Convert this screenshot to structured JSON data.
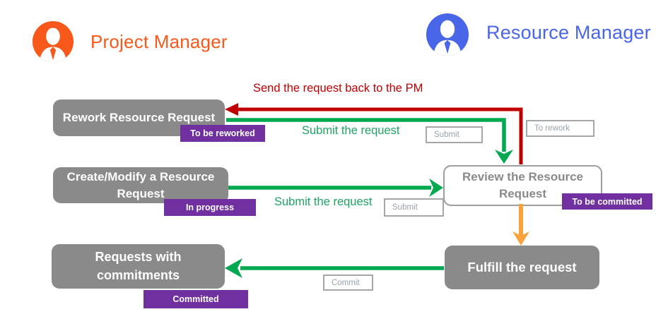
{
  "colors": {
    "pm_orange": "#F8591A",
    "rm_blue": "#4966E8",
    "node_gray": "#8A8A8A",
    "review_text": "#8A8A8A",
    "badge_purple": "#7030A0",
    "button_text": "#97A3AE",
    "red": "#C00000",
    "green": "#00A94F",
    "green_text": "#1FA463",
    "orange_arrow": "#F9A23C"
  },
  "actors": {
    "pm": {
      "label": "Project Manager"
    },
    "rm": {
      "label": "Resource Manager"
    }
  },
  "nodes": {
    "rework": {
      "label": "Rework Resource Request"
    },
    "create": {
      "label": "Create/Modify a Resource\nRequest"
    },
    "requests": {
      "label": "Requests with\ncommitments"
    },
    "review": {
      "label": "Review the Resource\nRequest"
    },
    "fulfill": {
      "label": "Fulfill the request"
    }
  },
  "badges": {
    "to_be_reworked": "To be reworked",
    "in_progress": "In progress",
    "committed": "Committed",
    "to_be_committed": "To be committed"
  },
  "buttons": {
    "submit_top": "Submit",
    "to_rework": "To rework",
    "submit_mid": "Submit",
    "commit": "Commit"
  },
  "edge_labels": {
    "send_back": "Send the request back to the PM",
    "submit_top": "Submit the request",
    "submit_mid": "Submit the request"
  }
}
